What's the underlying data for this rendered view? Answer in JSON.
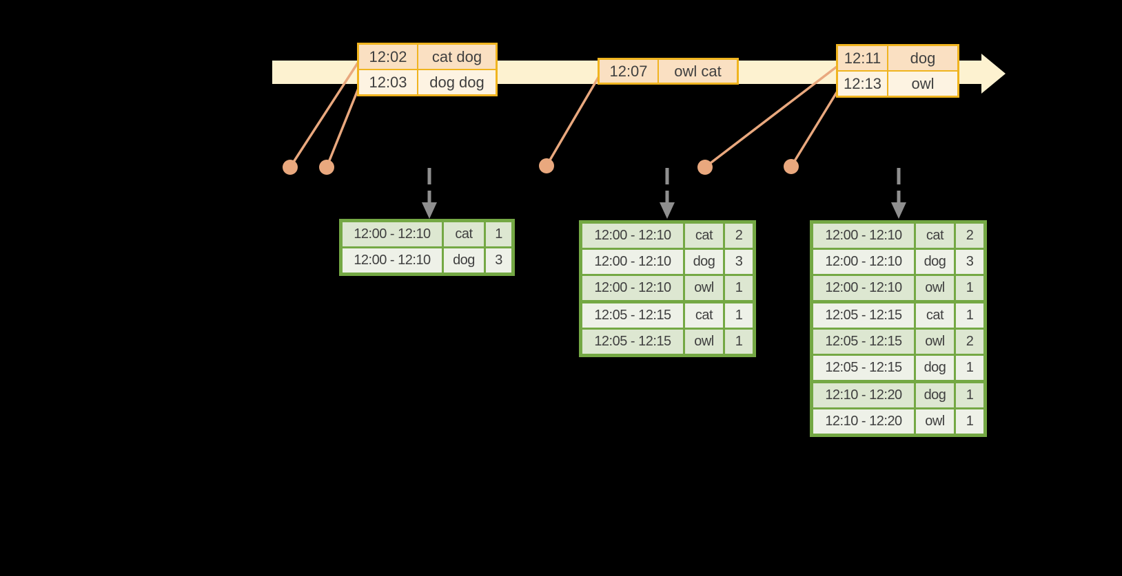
{
  "colors": {
    "background": "#000000",
    "timeline_fill": "#fdf2d0",
    "orange_border": "#f0b41f",
    "orange_row_dark": "#fae0c2",
    "orange_row_light": "#fdf3e2",
    "connector": "#e9a87e",
    "green_border": "#74a844",
    "green_row_dark": "#dde7d1",
    "green_row_light": "#eef1e8",
    "arrow_gray": "#8f8f8f",
    "text": "#3f3f3f"
  },
  "input_batches": [
    {
      "rows": [
        {
          "time": "12:02",
          "words": "cat dog"
        },
        {
          "time": "12:03",
          "words": "dog dog"
        }
      ]
    },
    {
      "rows": [
        {
          "time": "12:07",
          "words": "owl cat"
        }
      ]
    },
    {
      "rows": [
        {
          "time": "12:11",
          "words": "dog"
        },
        {
          "time": "12:13",
          "words": "owl"
        }
      ]
    }
  ],
  "result_tables": [
    {
      "rows": [
        {
          "window": "12:00 - 12:10",
          "word": "cat",
          "count": "1"
        },
        {
          "window": "12:00 - 12:10",
          "word": "dog",
          "count": "3"
        }
      ]
    },
    {
      "rows": [
        {
          "window": "12:00 - 12:10",
          "word": "cat",
          "count": "2"
        },
        {
          "window": "12:00 - 12:10",
          "word": "dog",
          "count": "3"
        },
        {
          "window": "12:00 - 12:10",
          "word": "owl",
          "count": "1"
        },
        {
          "window": "12:05 - 12:15",
          "word": "cat",
          "count": "1"
        },
        {
          "window": "12:05 - 12:15",
          "word": "owl",
          "count": "1"
        }
      ]
    },
    {
      "rows": [
        {
          "window": "12:00 - 12:10",
          "word": "cat",
          "count": "2"
        },
        {
          "window": "12:00 - 12:10",
          "word": "dog",
          "count": "3"
        },
        {
          "window": "12:00 - 12:10",
          "word": "owl",
          "count": "1"
        },
        {
          "window": "12:05 - 12:15",
          "word": "cat",
          "count": "1"
        },
        {
          "window": "12:05 - 12:15",
          "word": "owl",
          "count": "2"
        },
        {
          "window": "12:05 - 12:15",
          "word": "dog",
          "count": "1"
        },
        {
          "window": "12:10 - 12:20",
          "word": "dog",
          "count": "1"
        },
        {
          "window": "12:10 - 12:20",
          "word": "owl",
          "count": "1"
        }
      ]
    }
  ]
}
